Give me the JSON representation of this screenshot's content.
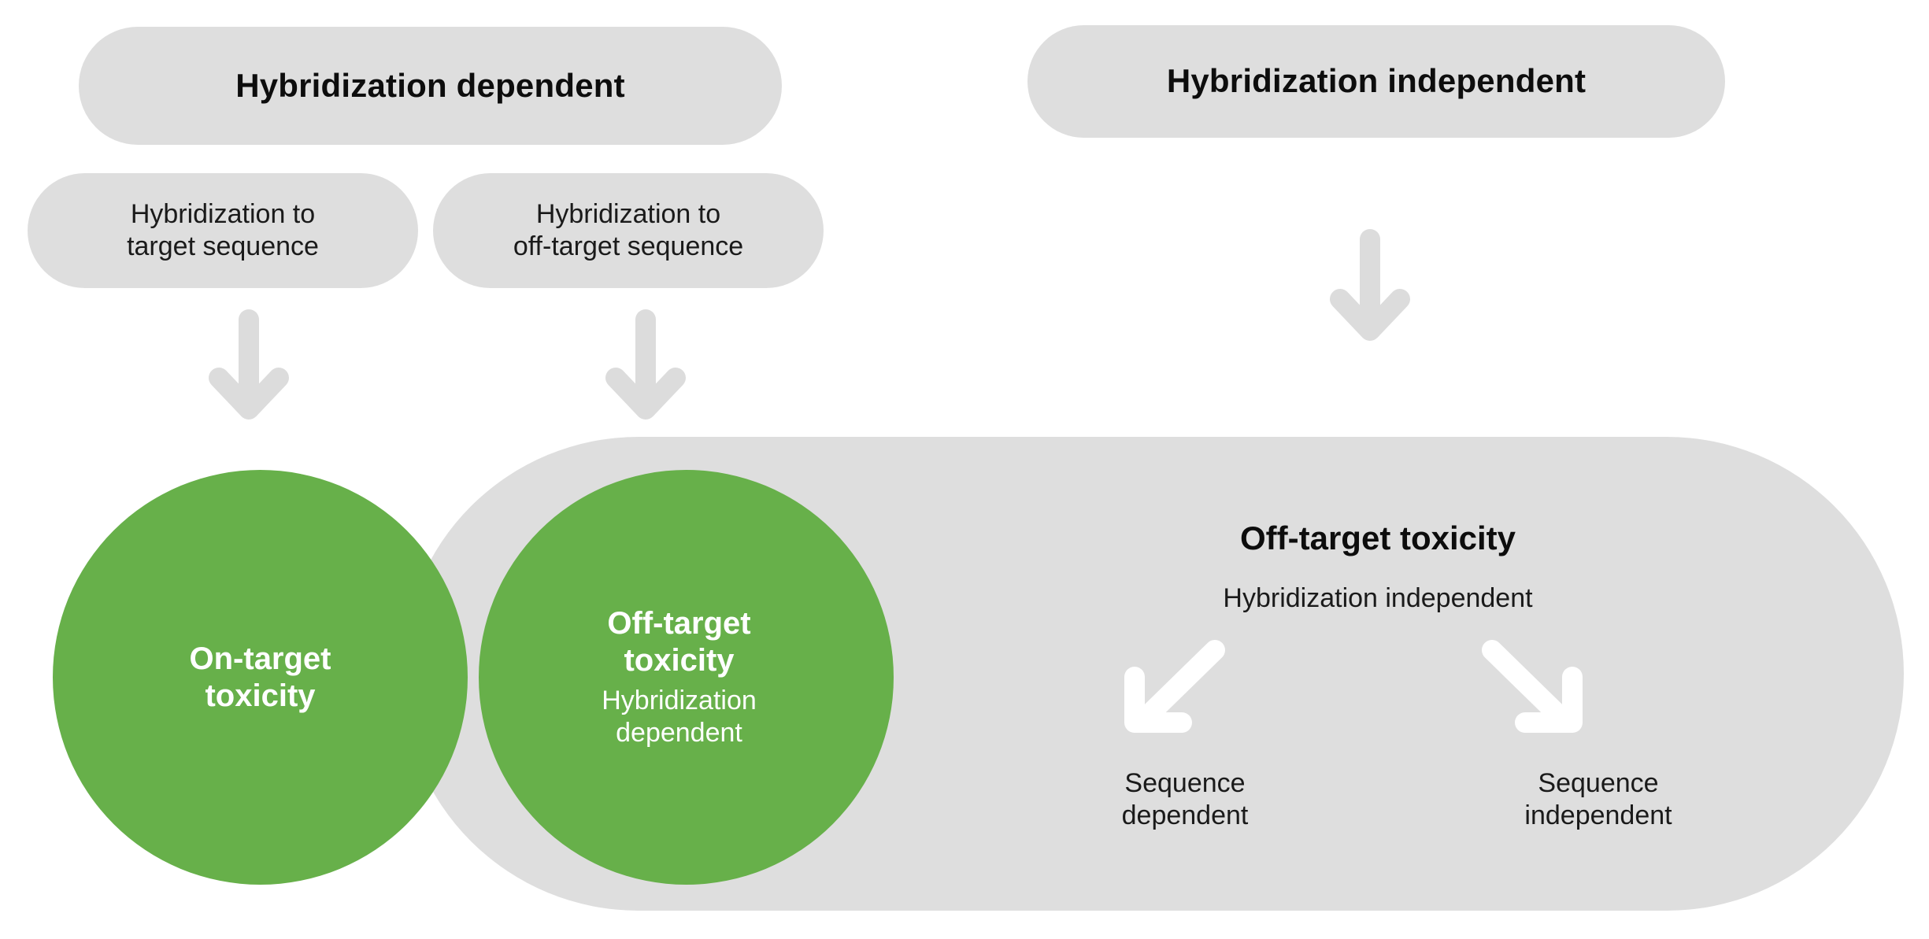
{
  "theme": {
    "gray": "#dedede",
    "green": "#67b04a",
    "text_dark": "#1a1a1a",
    "text_white": "#ffffff",
    "background": "#ffffff"
  },
  "columns": {
    "dependent": {
      "header": "Hybridization dependent",
      "branches": [
        {
          "line1": "Hybridization to",
          "line2": "target sequence"
        },
        {
          "line1": "Hybridization to",
          "line2": "off-target sequence"
        }
      ]
    },
    "independent": {
      "header": "Hybridization independent"
    }
  },
  "outcomes": {
    "on_target": {
      "title_line1": "On-target",
      "title_line2": "toxicity"
    },
    "off_target_hyb_dependent": {
      "title_line1": "Off-target",
      "title_line2": "toxicity",
      "sub_line1": "Hybridization",
      "sub_line2": "dependent"
    },
    "off_target_hyb_independent": {
      "title": "Off-target toxicity",
      "subtitle": "Hybridization independent",
      "leaves": [
        {
          "line1": "Sequence",
          "line2": "dependent"
        },
        {
          "line1": "Sequence",
          "line2": "independent"
        }
      ]
    }
  },
  "icons": {
    "arrow_down": "arrow-down-icon",
    "arrow_down_left": "arrow-down-left-icon",
    "arrow_down_right": "arrow-down-right-icon"
  }
}
